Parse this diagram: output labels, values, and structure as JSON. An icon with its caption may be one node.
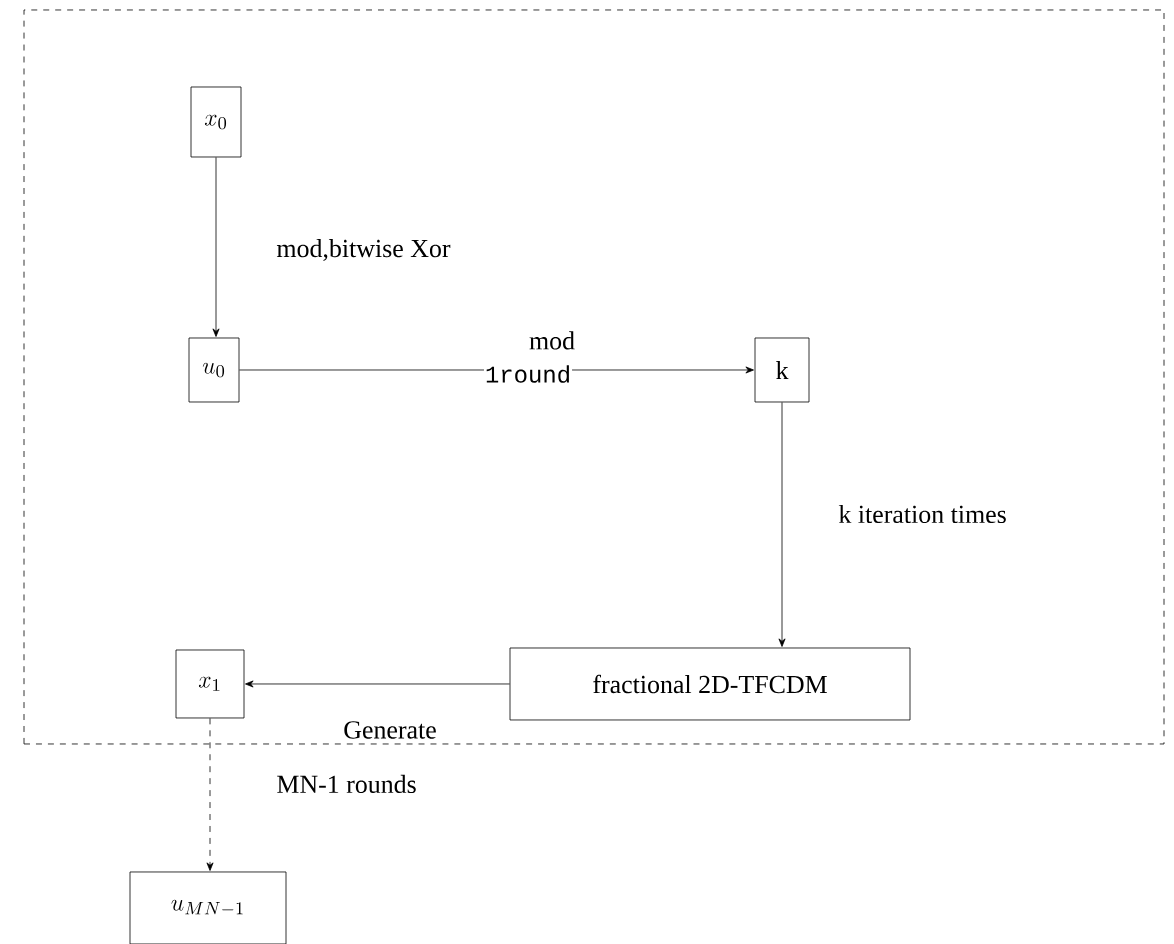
{
  "diagram": {
    "nodes": [
      {
        "text": [],
        "shape": "box"
      },
      {
        "text": [
          "x_{0}"
        ],
        "in": 0
      },
      {
        "text": [
          "u_{0}"
        ],
        "in": 0
      },
      {
        "text": [
          "k"
        ],
        "in": 0
      },
      {
        "text": [
          "fractional 2D-TFCDM"
        ],
        "in": 0
      },
      {
        "text": [
          "x_{1}"
        ],
        "in": 0
      },
      {
        "text": [
          "u_{MN-1}"
        ]
      }
    ],
    "edges": [
      {
        "from": 1,
        "to": 2,
        "arrow": "to",
        "label": "mod,bitwise Xor"
      },
      {
        "from": 2,
        "to": 3,
        "arrow": "to",
        "label": "mod"
      },
      {
        "from": 3,
        "to": 4,
        "arrow": "to",
        "label": "k iteration times"
      },
      {
        "from": 4,
        "to": 5,
        "arrow": "to",
        "label": "Generate"
      },
      {
        "from": 5,
        "to": 6,
        "arrow": "to",
        "label": "MN-1 rounds",
        "style": "dashed"
      }
    ],
    "labels": [
      "1round"
    ]
  }
}
